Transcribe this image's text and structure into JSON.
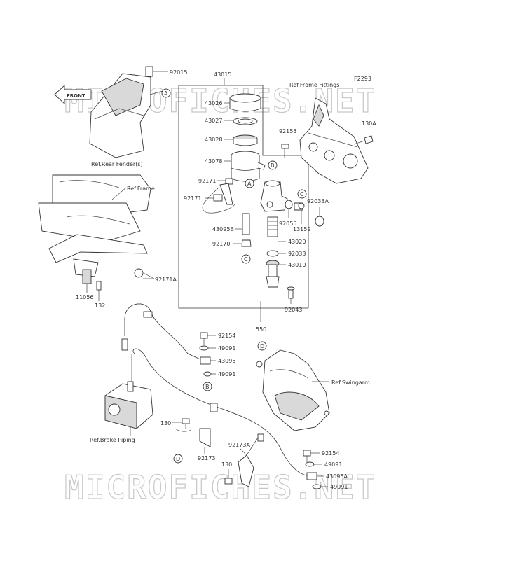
{
  "figure": {
    "code": "F2293"
  },
  "watermark": {
    "text": "MICROFICHES.NET"
  },
  "front_badge": "FRONT",
  "refs": {
    "rear_fender": "Ref.Rear Fender(s)",
    "frame": "Ref.Frame",
    "frame_fittings": "Ref.Frame Fittings",
    "swingarm": "Ref.Swingarm",
    "brake_piping": "Ref.Brake Piping"
  },
  "markers": {
    "a": "A",
    "b": "B",
    "c": "C",
    "d": "D"
  },
  "parts": {
    "p92015": "92015",
    "p43015": "43015",
    "p43026": "43026",
    "p43027": "43027",
    "p43028": "43028",
    "p43078": "43078",
    "p92171_top": "92171",
    "p92171_left": "92171",
    "p43095b": "43095B",
    "p92170": "92170",
    "p92153": "92153",
    "p130a": "130A",
    "p92033a": "92033A",
    "p92055": "92055",
    "p13159": "13159",
    "p43020": "43020",
    "p92033": "92033",
    "p43010": "43010",
    "p92043": "92043",
    "p550": "550",
    "p92171a": "92171A",
    "p11056": "11056",
    "p132": "132",
    "p92154_top": "92154",
    "p49091_a": "49091",
    "p43095": "43095",
    "p49091_b": "49091",
    "p130": "130",
    "p92173": "92173",
    "p92173a": "92173A",
    "p130_b": "130",
    "p92154_bottom": "92154",
    "p49091_c": "49091",
    "p43095a": "43095A",
    "p49091_d": "49091"
  }
}
